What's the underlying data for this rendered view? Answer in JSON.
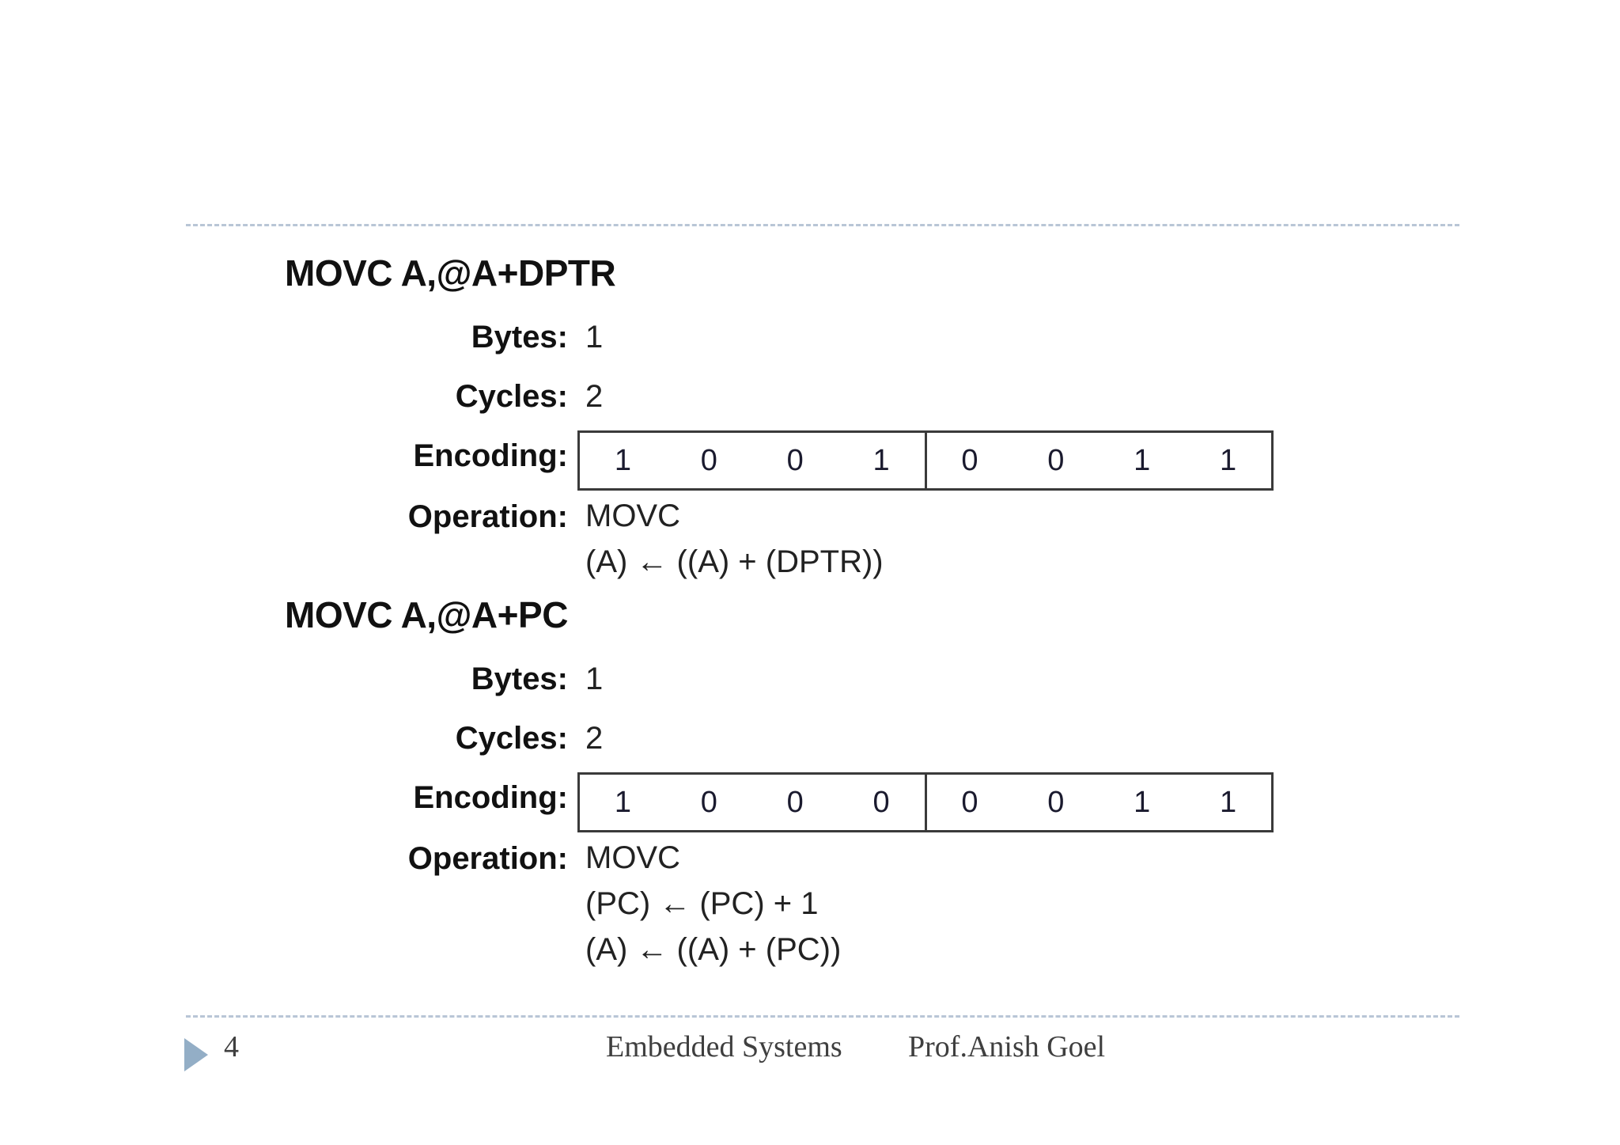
{
  "slide": {
    "background_color": "#ffffff",
    "rule_color": "#b9c6d6"
  },
  "instructions": [
    {
      "title": "MOVC A,@A+DPTR",
      "bytes_label": "Bytes:",
      "bytes_value": "1",
      "cycles_label": "Cycles:",
      "cycles_value": "2",
      "encoding_label": "Encoding:",
      "encoding_bits": [
        "1",
        "0",
        "0",
        "1",
        "0",
        "0",
        "1",
        "1"
      ],
      "operation_label": "Operation:",
      "operation_lines": [
        "MOVC",
        "(A) ← ((A) + (DPTR))"
      ]
    },
    {
      "title": "MOVC A,@A+PC",
      "bytes_label": "Bytes:",
      "bytes_value": "1",
      "cycles_label": "Cycles:",
      "cycles_value": "2",
      "encoding_label": "Encoding:",
      "encoding_bits": [
        "1",
        "0",
        "0",
        "0",
        "0",
        "0",
        "1",
        "1"
      ],
      "operation_label": "Operation:",
      "operation_lines": [
        "MOVC",
        "(PC) ← (PC) + 1",
        "(A) ← ((A) + (PC))"
      ]
    }
  ],
  "footer": {
    "bullet_icon": "triangle-right-icon",
    "bullet_color": "#93aec6",
    "page_number": "4",
    "course": "Embedded Systems",
    "author": "Prof.Anish Goel"
  }
}
